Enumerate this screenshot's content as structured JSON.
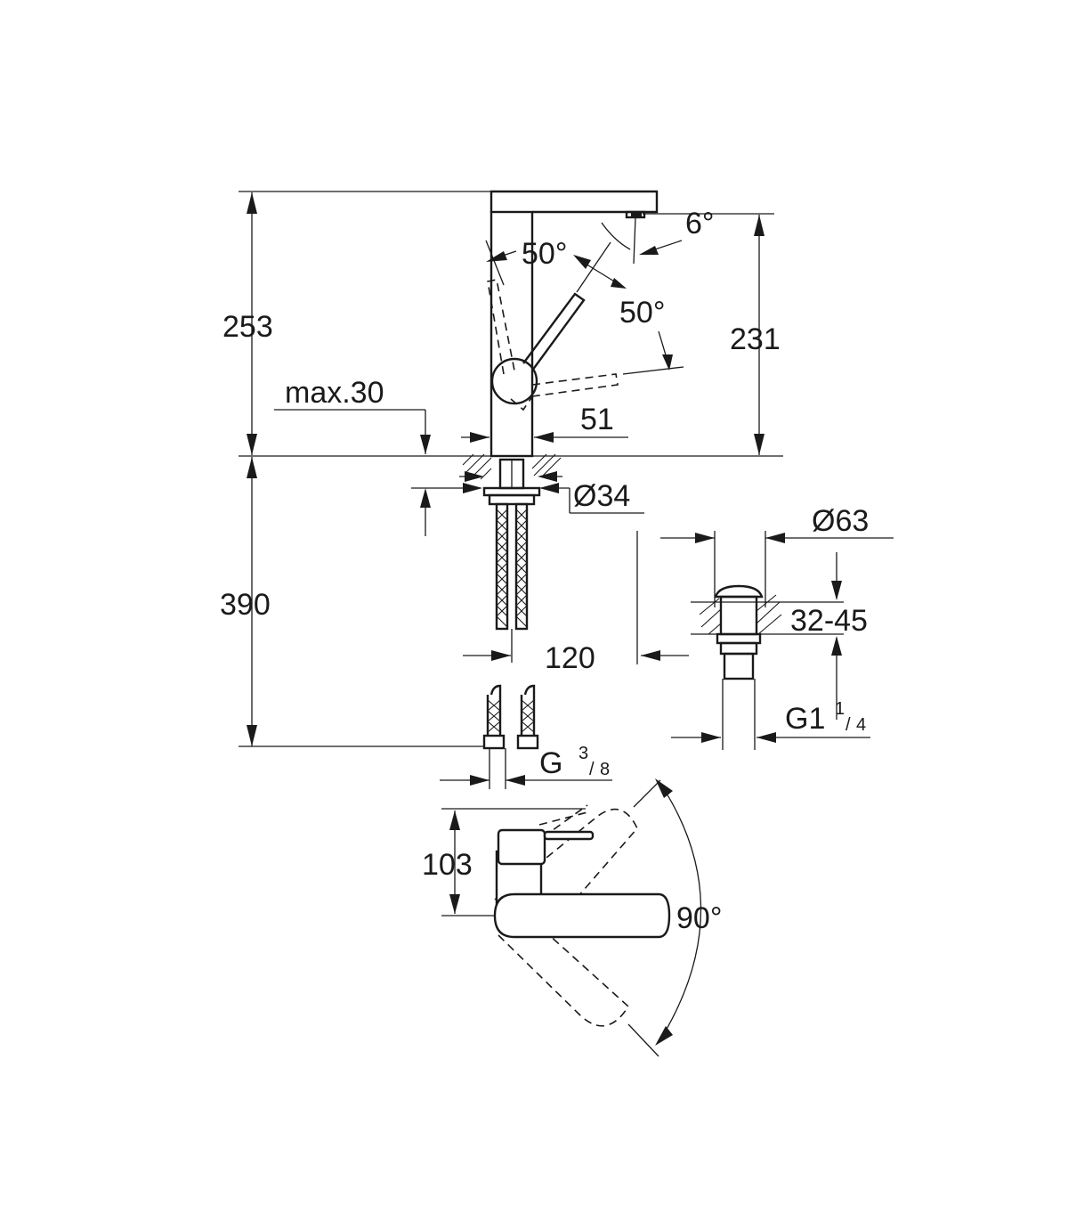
{
  "dimensions": {
    "overall_height": "253",
    "spout_height": "231",
    "below_deck": "390",
    "max_deck": "max.30",
    "body_width": "51",
    "hole_diameter": "Ø34",
    "lever_angle_left": "50°",
    "lever_angle_right": "50°",
    "spout_tilt": "6°",
    "hose_spacing": "120",
    "thread_hose_main": "G",
    "thread_hose_num": "3",
    "thread_hose_den": "8",
    "plan_depth": "103",
    "swivel_angle": "90°",
    "waste_diameter": "Ø63",
    "waste_thickness": "32-45",
    "waste_thread_main": "G1",
    "waste_thread_num": "1",
    "waste_thread_den": "4"
  },
  "colors": {
    "line": "#1a1a1a",
    "background": "#ffffff"
  }
}
